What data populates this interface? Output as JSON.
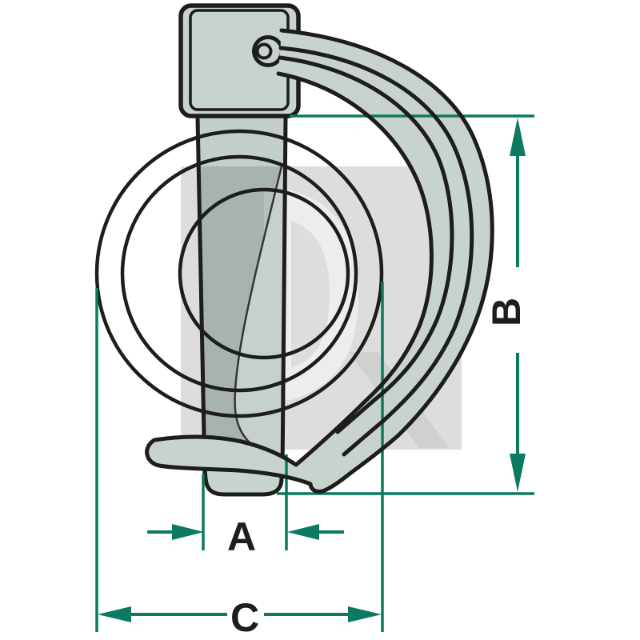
{
  "figure": {
    "type": "technical-dimension-diagram",
    "subject": "linch-pin-with-wire-ring-latch"
  },
  "dimensions": {
    "a": {
      "label": "A"
    },
    "b": {
      "label": "B"
    },
    "c": {
      "label": "C"
    }
  },
  "colors": {
    "background": "#ffffff",
    "outline": "#1d1d1b",
    "dimension_line": "#0b7a60",
    "part_fill": "#c8d2ce",
    "part_fill_shaded": "#a9b6b0",
    "watermark_square": "#dcdddc",
    "label_text": "#1d1d1b"
  }
}
